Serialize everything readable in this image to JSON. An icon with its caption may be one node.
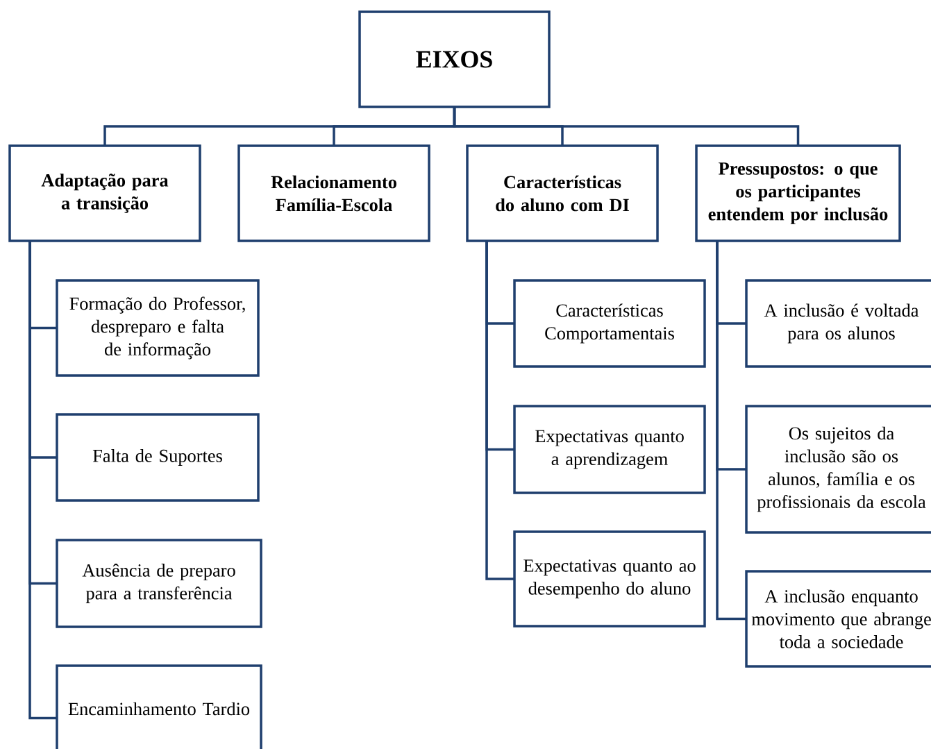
{
  "diagram": {
    "nodes": [
      {
        "text": [
          "EIXOS"
        ]
      },
      {
        "text": [
          "Adaptação para a transição"
        ]
      },
      {
        "text": [
          "Relacionamento Família-Escola"
        ]
      },
      {
        "text": [
          "Características do aluno com DI"
        ]
      },
      {
        "text": [
          "Pressupostos: o que os participantes entendem por inclusão"
        ]
      },
      {
        "text": [
          "Formação do Professor, despreparo e falta de informação"
        ]
      },
      {
        "text": [
          "Falta de Suportes"
        ]
      },
      {
        "text": [
          "Ausência de preparo para a transferência"
        ]
      },
      {
        "text": [
          "Encaminhamento Tardio"
        ]
      },
      {
        "text": [
          "Características Comportamentais"
        ]
      },
      {
        "text": [
          "Expectativas quanto a aprendizagem"
        ]
      },
      {
        "text": [
          "Expectativas quanto ao desempenho do aluno"
        ]
      },
      {
        "text": [
          "A inclusão é voltada para os alunos"
        ]
      },
      {
        "text": [
          "Os sujeitos da inclusão são os alunos, família e os profissionais da escola"
        ]
      },
      {
        "text": [
          "A inclusão enquanto movimento que abrange toda a sociedade"
        ]
      }
    ],
    "edges": [
      {
        "from": 0,
        "to": 1,
        "arrow": "none"
      },
      {
        "from": 0,
        "to": 2,
        "arrow": "none"
      },
      {
        "from": 0,
        "to": 3,
        "arrow": "none"
      },
      {
        "from": 0,
        "to": 4,
        "arrow": "none"
      },
      {
        "from": 1,
        "to": 5,
        "arrow": "none"
      },
      {
        "from": 1,
        "to": 6,
        "arrow": "none"
      },
      {
        "from": 1,
        "to": 7,
        "arrow": "none"
      },
      {
        "from": 1,
        "to": 8,
        "arrow": "none"
      },
      {
        "from": 3,
        "to": 9,
        "arrow": "none"
      },
      {
        "from": 3,
        "to": 10,
        "arrow": "none"
      },
      {
        "from": 3,
        "to": 11,
        "arrow": "none"
      },
      {
        "from": 4,
        "to": 12,
        "arrow": "none"
      },
      {
        "from": 4,
        "to": 13,
        "arrow": "none"
      },
      {
        "from": 4,
        "to": 14,
        "arrow": "none"
      }
    ]
  }
}
